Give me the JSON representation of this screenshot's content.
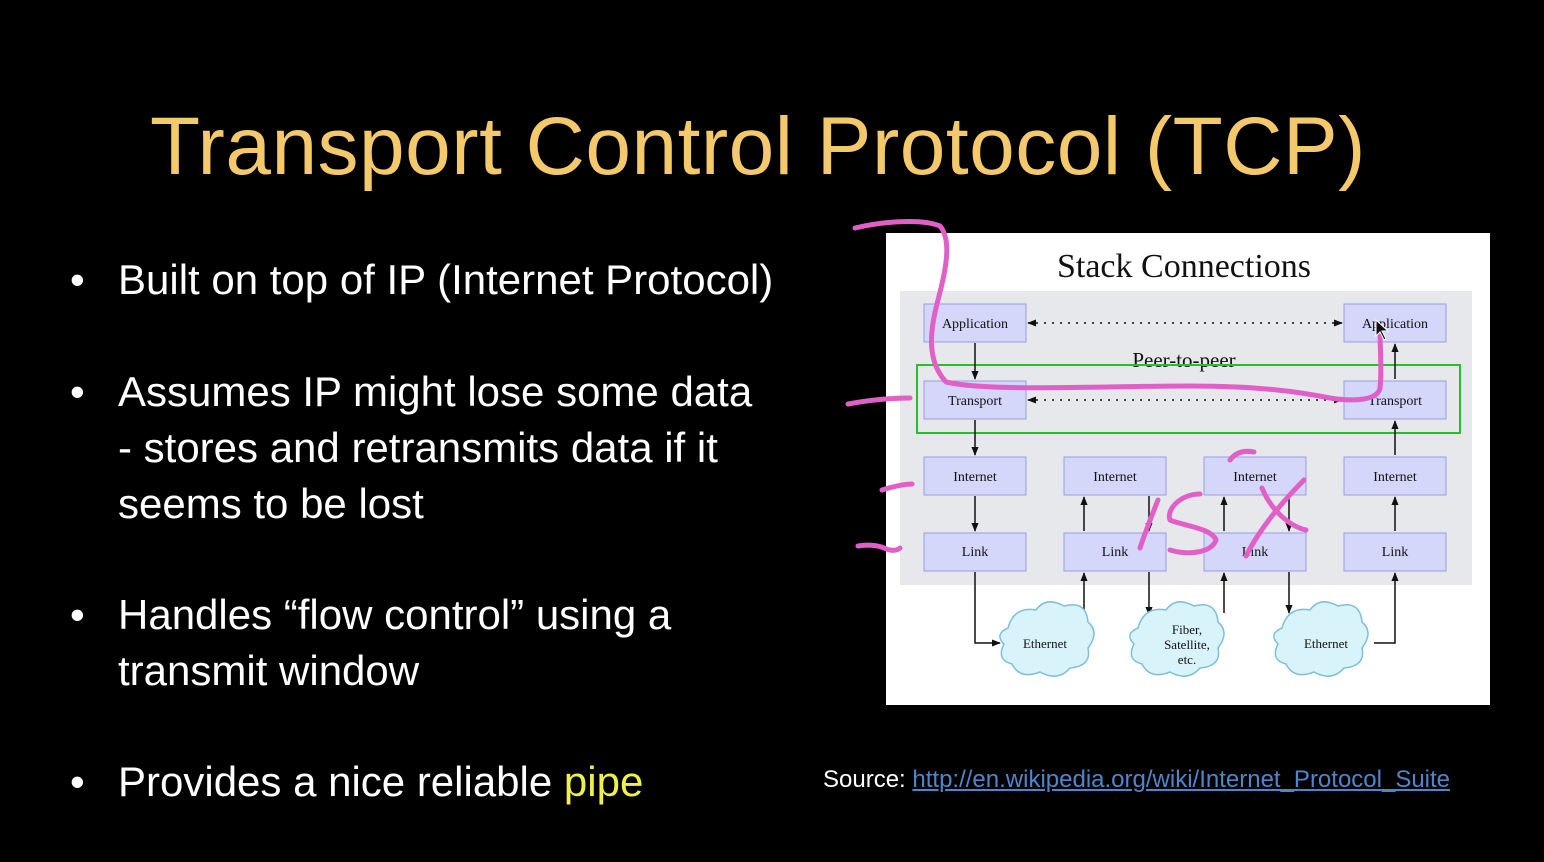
{
  "slide": {
    "title": "Transport Control Protocol (TCP)",
    "bullets": [
      {
        "lines": [
          "Built on top of IP (Internet Protocol)"
        ]
      },
      {
        "lines": [
          "Assumes IP might lose some data",
          "- stores and retransmits data if it",
          "seems to be lost"
        ]
      },
      {
        "lines": [
          "Handles “flow control” using a",
          "transmit window"
        ]
      },
      {
        "prefix": "Provides a nice reliable ",
        "highlight": "pipe"
      }
    ],
    "bullet_char": "•",
    "source_label": "Source:",
    "source_link": "http://en.wikipedia.org/wiki/Internet_Protocol_Suite"
  },
  "diagram": {
    "title": "Stack Connections",
    "peer_label": "Peer-to-peer",
    "boxes": {
      "application": "Application",
      "transport": "Transport",
      "internet": "Internet",
      "link": "Link"
    },
    "clouds": {
      "ethernet_left": "Ethernet",
      "fiber": [
        "Fiber,",
        "Satellite,",
        "etc."
      ],
      "ethernet_right": "Ethernet"
    }
  },
  "colors": {
    "title": "#f4c96c",
    "text": "#ffffff",
    "highlight": "#f0f04a",
    "box_fill": "#d4d6fa",
    "box_stroke": "#9c9ee0",
    "stack_bg": "#e6e8eb",
    "peer_frame": "#23c323",
    "cloud": "#d8f3fa",
    "ink": "#e060c8",
    "link": "#4f86c9"
  }
}
